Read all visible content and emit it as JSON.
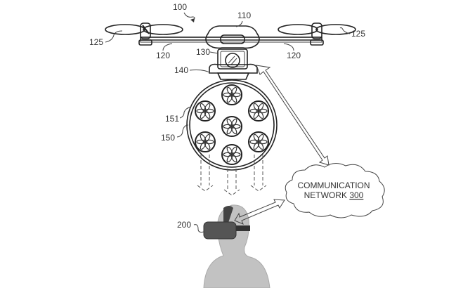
{
  "figure": {
    "reference_labels": {
      "system": "100",
      "body": "110",
      "arm_left": "120",
      "arm_right": "120",
      "propeller_left": "125",
      "propeller_right": "125",
      "camera": "130",
      "mount": "140",
      "fan_array": "150",
      "fan_unit": "151",
      "headset": "200"
    },
    "network": {
      "line1": "COMMUNICATION",
      "line2_prefix": "NETWORK ",
      "line2_ref": "300"
    },
    "colors": {
      "line": "#222222",
      "headset": "#555555",
      "person": "#bdbdbd",
      "background": "#ffffff"
    }
  }
}
